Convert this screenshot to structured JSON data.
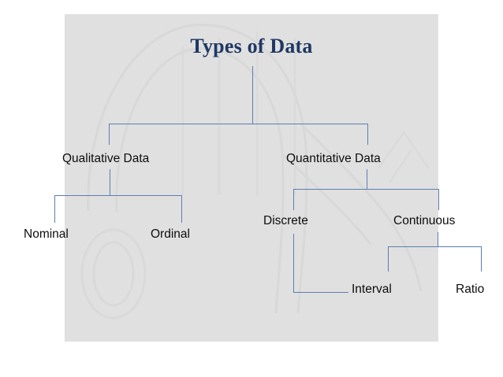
{
  "slide": {
    "title": "Types of Data",
    "title_color": "#1f3864",
    "panel_color": "#e0e0e0",
    "connector_color": "#5b7fb0",
    "label_color": "#0d0d0d",
    "background_color": "#ffffff"
  },
  "diagram": {
    "type": "hierarchy-tree",
    "root": "Types of Data",
    "nodes": {
      "qualitative": "Qualitative Data",
      "quantitative": "Quantitative Data",
      "nominal": "Nominal",
      "ordinal": "Ordinal",
      "discrete": "Discrete",
      "continuous": "Continuous",
      "interval": "Interval",
      "ratio": "Ratio"
    },
    "levels": [
      [
        "Types of Data"
      ],
      [
        "Qualitative Data",
        "Quantitative Data"
      ],
      [
        "Nominal",
        "Ordinal",
        "Discrete",
        "Continuous"
      ],
      [
        "Interval",
        "Ratio"
      ]
    ],
    "edges": [
      [
        "Types of Data",
        "Qualitative Data"
      ],
      [
        "Types of Data",
        "Quantitative Data"
      ],
      [
        "Qualitative Data",
        "Nominal"
      ],
      [
        "Qualitative Data",
        "Ordinal"
      ],
      [
        "Quantitative Data",
        "Discrete"
      ],
      [
        "Quantitative Data",
        "Continuous"
      ],
      [
        "Discrete",
        "Interval"
      ],
      [
        "Continuous",
        "Interval"
      ],
      [
        "Continuous",
        "Ratio"
      ]
    ]
  }
}
